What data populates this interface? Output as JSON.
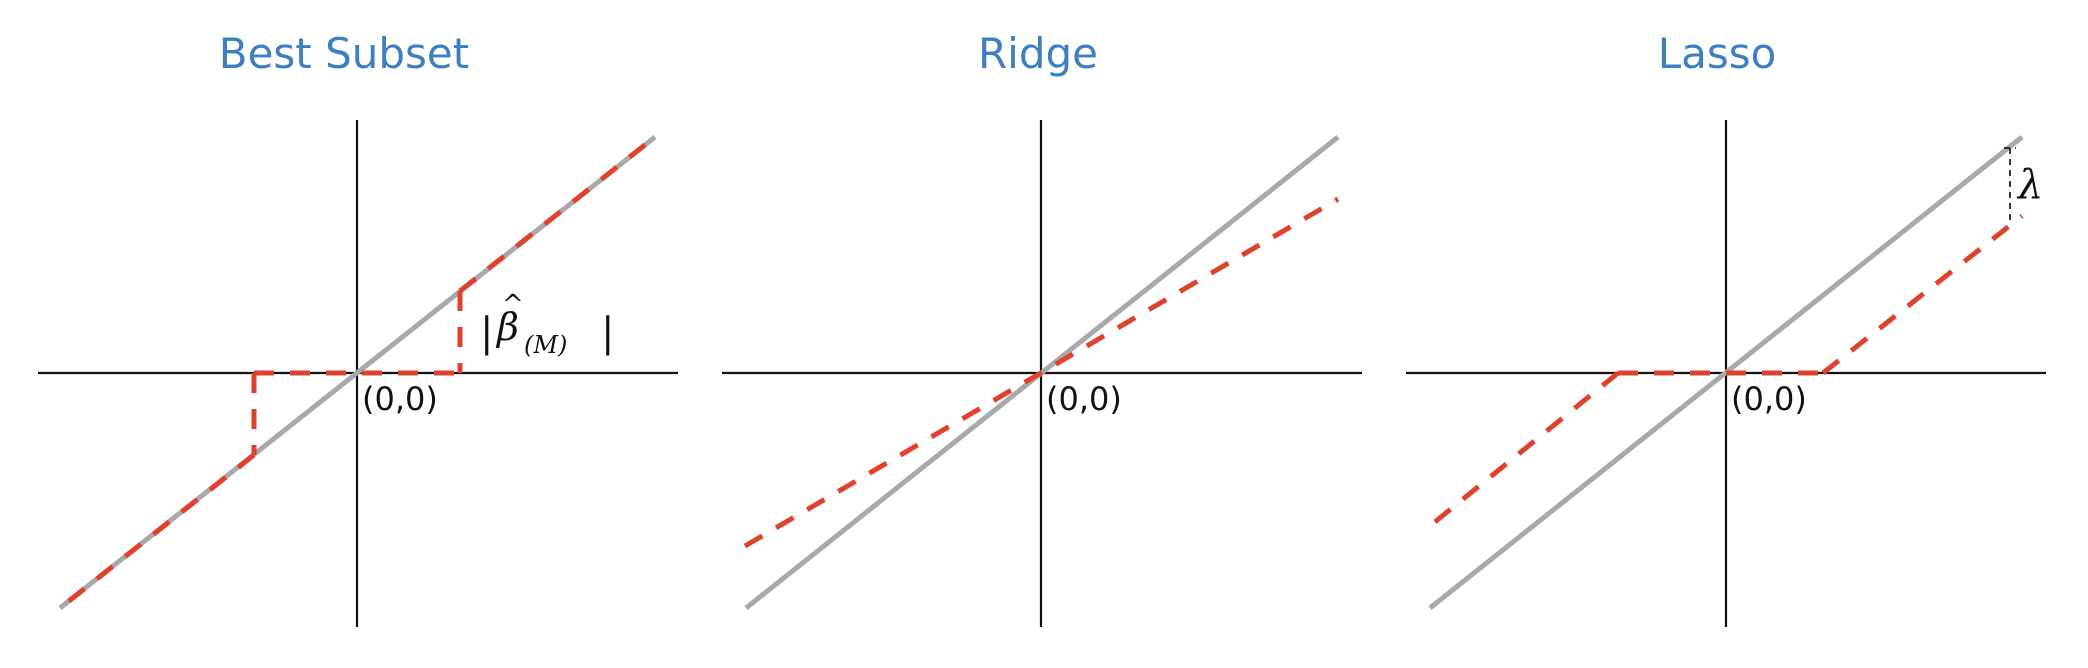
{
  "panels": [
    {
      "title": "Best Subset",
      "origin_label": "(0,0)",
      "annotation": "|β̂(M)|"
    },
    {
      "title": "Ridge",
      "origin_label": "(0,0)"
    },
    {
      "title": "Lasso",
      "origin_label": "(0,0)",
      "annotation": "λ"
    }
  ],
  "colors": {
    "title": "#3d7fc1",
    "estimator_line": "#e0412d",
    "identity_line": "#a9a9a9",
    "axes": "#111111"
  }
}
